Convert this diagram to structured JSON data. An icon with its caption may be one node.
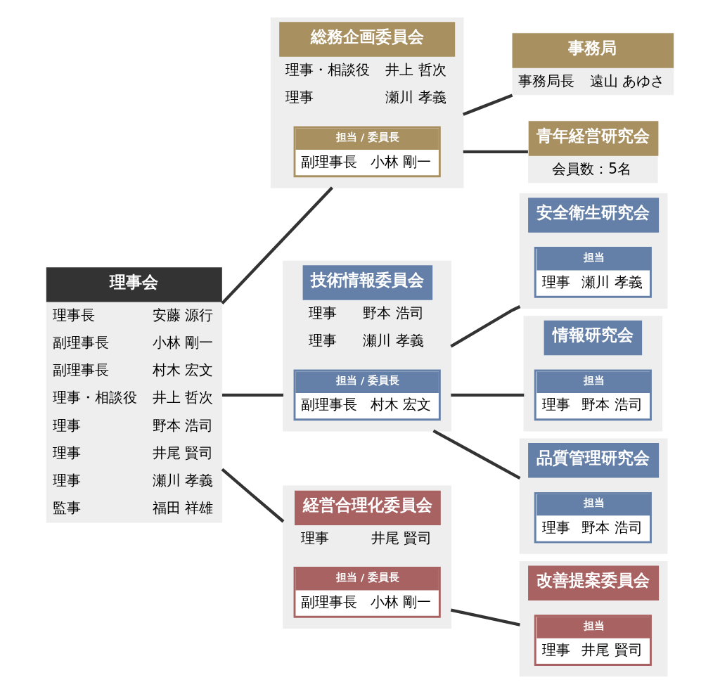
{
  "diagram": {
    "nodes": [
      {
        "text": [
          "理事会",
          "理事長",
          "安藤 源行",
          "副理事長",
          "小林 剛一",
          "副理事長",
          "村木 宏文",
          "理事・相談役",
          "井上 哲次",
          "理事",
          "野本 浩司",
          "理事",
          "井尾 賢司",
          "理事",
          "瀬川 孝義",
          "監事",
          "福田 祥雄"
        ]
      },
      {
        "text": [
          "総務企画委員会",
          "理事・相談役",
          "井上 哲次",
          "理事",
          "瀬川 孝義"
        ]
      },
      {
        "text": [
          "担当 / 委員長",
          "副理事長",
          "小林 剛一"
        ],
        "in": 1
      },
      {
        "text": [
          "事務局",
          "事務局長",
          "遠山 あゆさ"
        ]
      },
      {
        "text": [
          "青年経営研究会",
          "会員数：5名"
        ]
      },
      {
        "text": [
          "技術情報委員会",
          "理事",
          "野本 浩司",
          "理事",
          "瀬川 孝義"
        ]
      },
      {
        "text": [
          "担当 / 委員長",
          "副理事長",
          "村木 宏文"
        ],
        "in": 5
      },
      {
        "text": [
          "安全衛生研究会"
        ]
      },
      {
        "text": [
          "担当",
          "理事",
          "瀬川 孝義"
        ],
        "in": 7
      },
      {
        "text": [
          "情報研究会"
        ]
      },
      {
        "text": [
          "担当",
          "理事",
          "野本 浩司"
        ],
        "in": 9
      },
      {
        "text": [
          "品質管理研究会"
        ]
      },
      {
        "text": [
          "担当",
          "理事",
          "野本 浩司"
        ],
        "in": 11
      },
      {
        "text": [
          "経営合理化委員会",
          "理事",
          "井尾 賢司"
        ]
      },
      {
        "text": [
          "担当 / 委員長",
          "副理事長",
          "小林 剛一"
        ],
        "in": 13
      },
      {
        "text": [
          "改善提案委員会"
        ]
      },
      {
        "text": [
          "担当",
          "理事",
          "井尾 賢司"
        ],
        "in": 15
      }
    ],
    "edges": [
      {
        "from": 0,
        "to": 1,
        "arrow": "none"
      },
      {
        "from": 0,
        "to": 5,
        "arrow": "none"
      },
      {
        "from": 0,
        "to": 13,
        "arrow": "none"
      },
      {
        "from": 1,
        "to": 3,
        "arrow": "none"
      },
      {
        "from": 1,
        "to": 4,
        "arrow": "none"
      },
      {
        "from": 5,
        "to": 7,
        "arrow": "none"
      },
      {
        "from": 5,
        "to": 9,
        "arrow": "none"
      },
      {
        "from": 5,
        "to": 11,
        "arrow": "none"
      },
      {
        "from": 13,
        "to": 15,
        "arrow": "none"
      }
    ]
  }
}
